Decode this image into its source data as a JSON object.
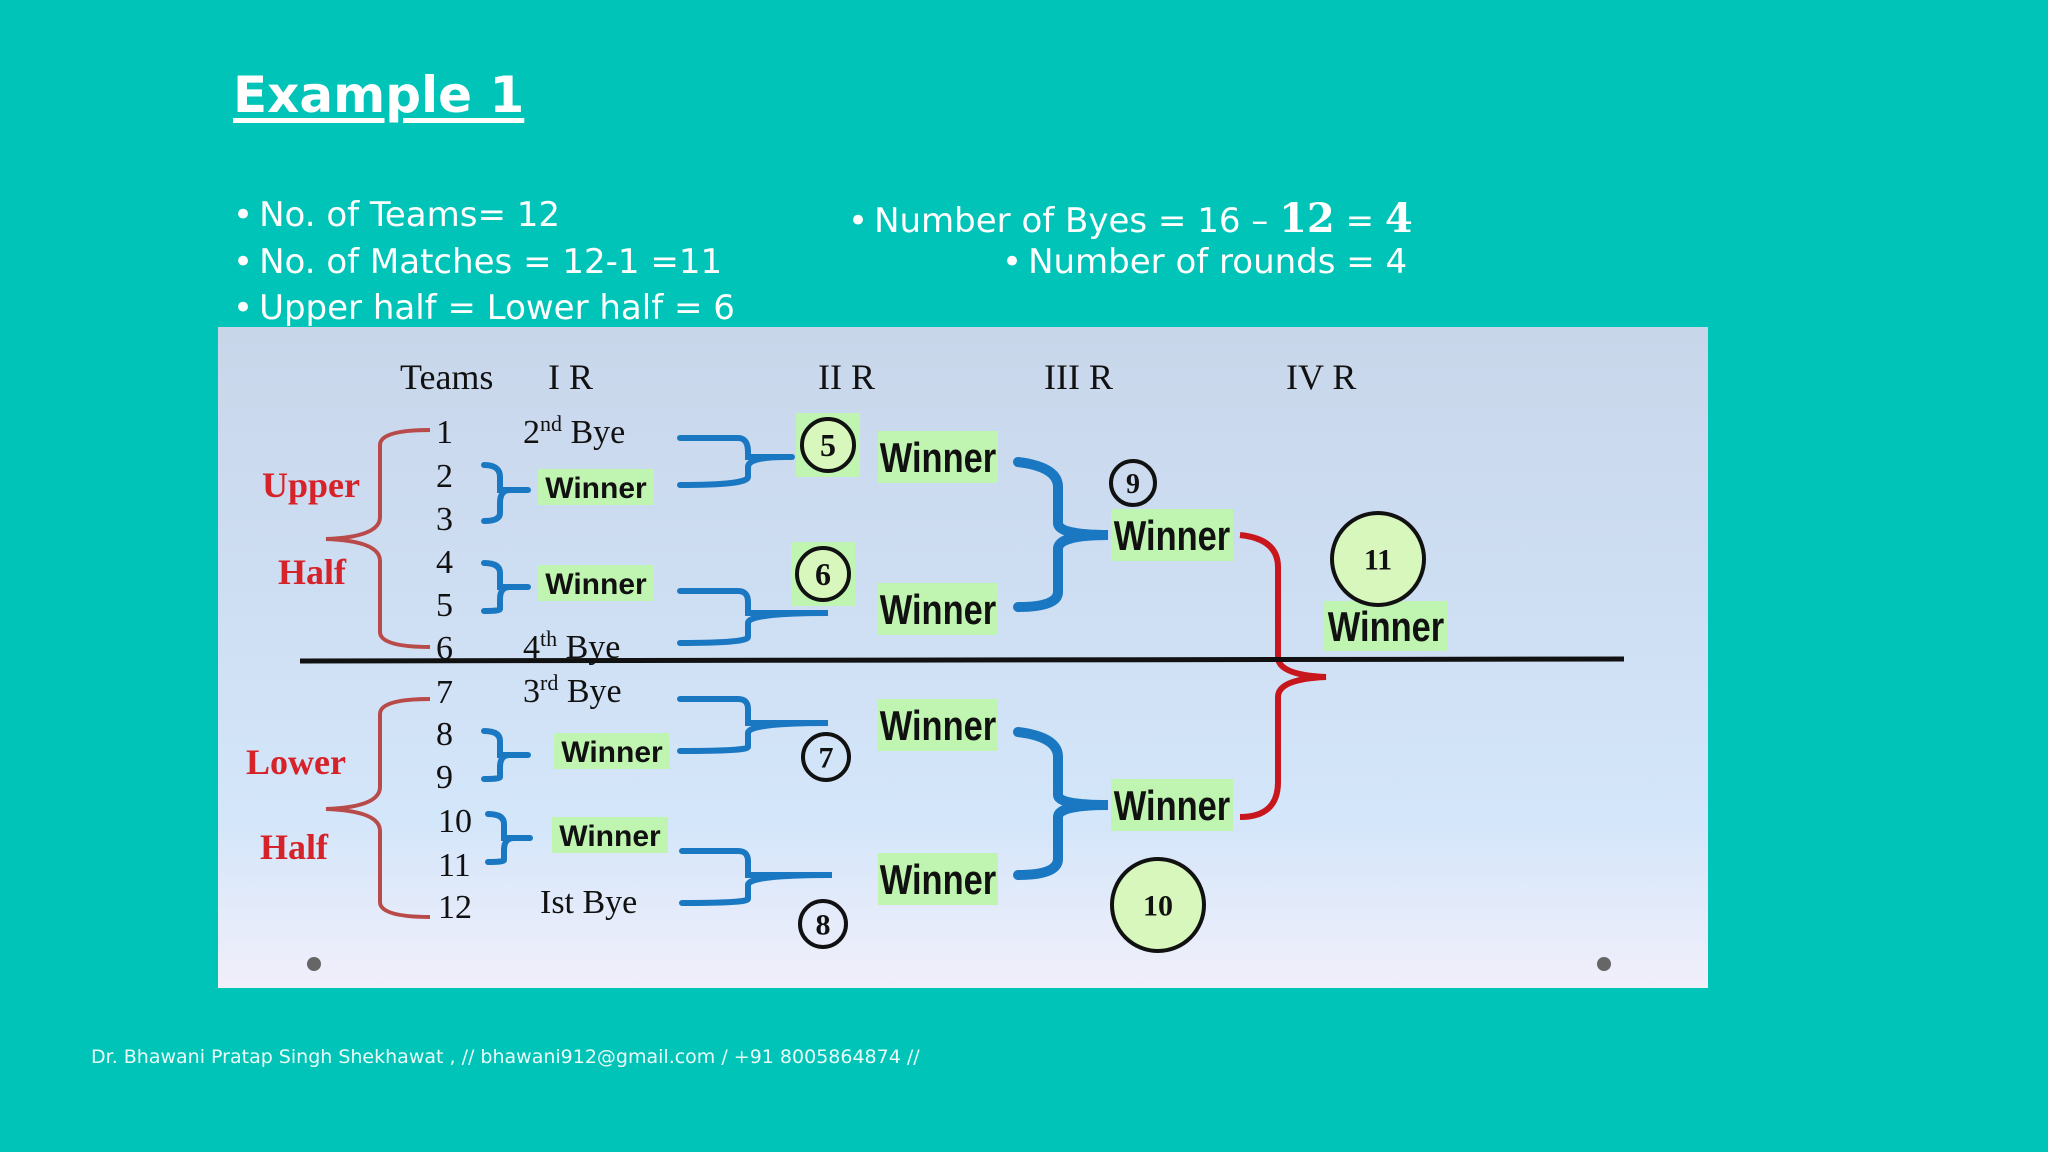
{
  "slide": {
    "title": "Example 1 ",
    "bullets": {
      "teams": "No. of Teams= 12",
      "matches": "No. of Matches = 12-1 =11",
      "halves": "Upper half = Lower half = 6",
      "byes_prefix": "Number of Byes = 16 – ",
      "byes_n": "12",
      "byes_eq": " = ",
      "byes_result": "4",
      "rounds": "Number of rounds = 4"
    },
    "bullet_glyph": "•",
    "footer": "Dr. Bhawani Pratap Singh Shekhawat , // bhawani912@gmail.com / +91 8005864874 //"
  },
  "bracket": {
    "headers": {
      "teams": "Teams",
      "r1": "I R",
      "r2": "II R",
      "r3": "III R",
      "r4": "IV R"
    },
    "halves": {
      "upper": "Upper",
      "upper2": "Half",
      "lower": "Lower",
      "lower2": "Half"
    },
    "teams": [
      "1",
      "2",
      "3",
      "4",
      "5",
      "6",
      "7",
      "8",
      "9",
      "10",
      "11",
      "12"
    ],
    "byes": {
      "b2": {
        "main": "2",
        "sup": "nd",
        "rest": " Bye"
      },
      "b4": {
        "main": "4",
        "sup": "th",
        "rest": " Bye"
      },
      "b3": {
        "main": "3",
        "sup": "rd",
        "rest": " Bye"
      },
      "b1": "Ist Bye"
    },
    "winner_label": "Winner",
    "match_numbers": [
      "5",
      "6",
      "7",
      "8",
      "9",
      "10",
      "11"
    ],
    "colors": {
      "background_top": "#c8d6ea",
      "background_bottom": "#f1effa",
      "bracket_blue": "#1a78c2",
      "bracket_red": "#c0392b",
      "half_red": "#d6232a",
      "winner_bg": "#bff5b0",
      "circle_fill": "#d8f7bd"
    }
  }
}
